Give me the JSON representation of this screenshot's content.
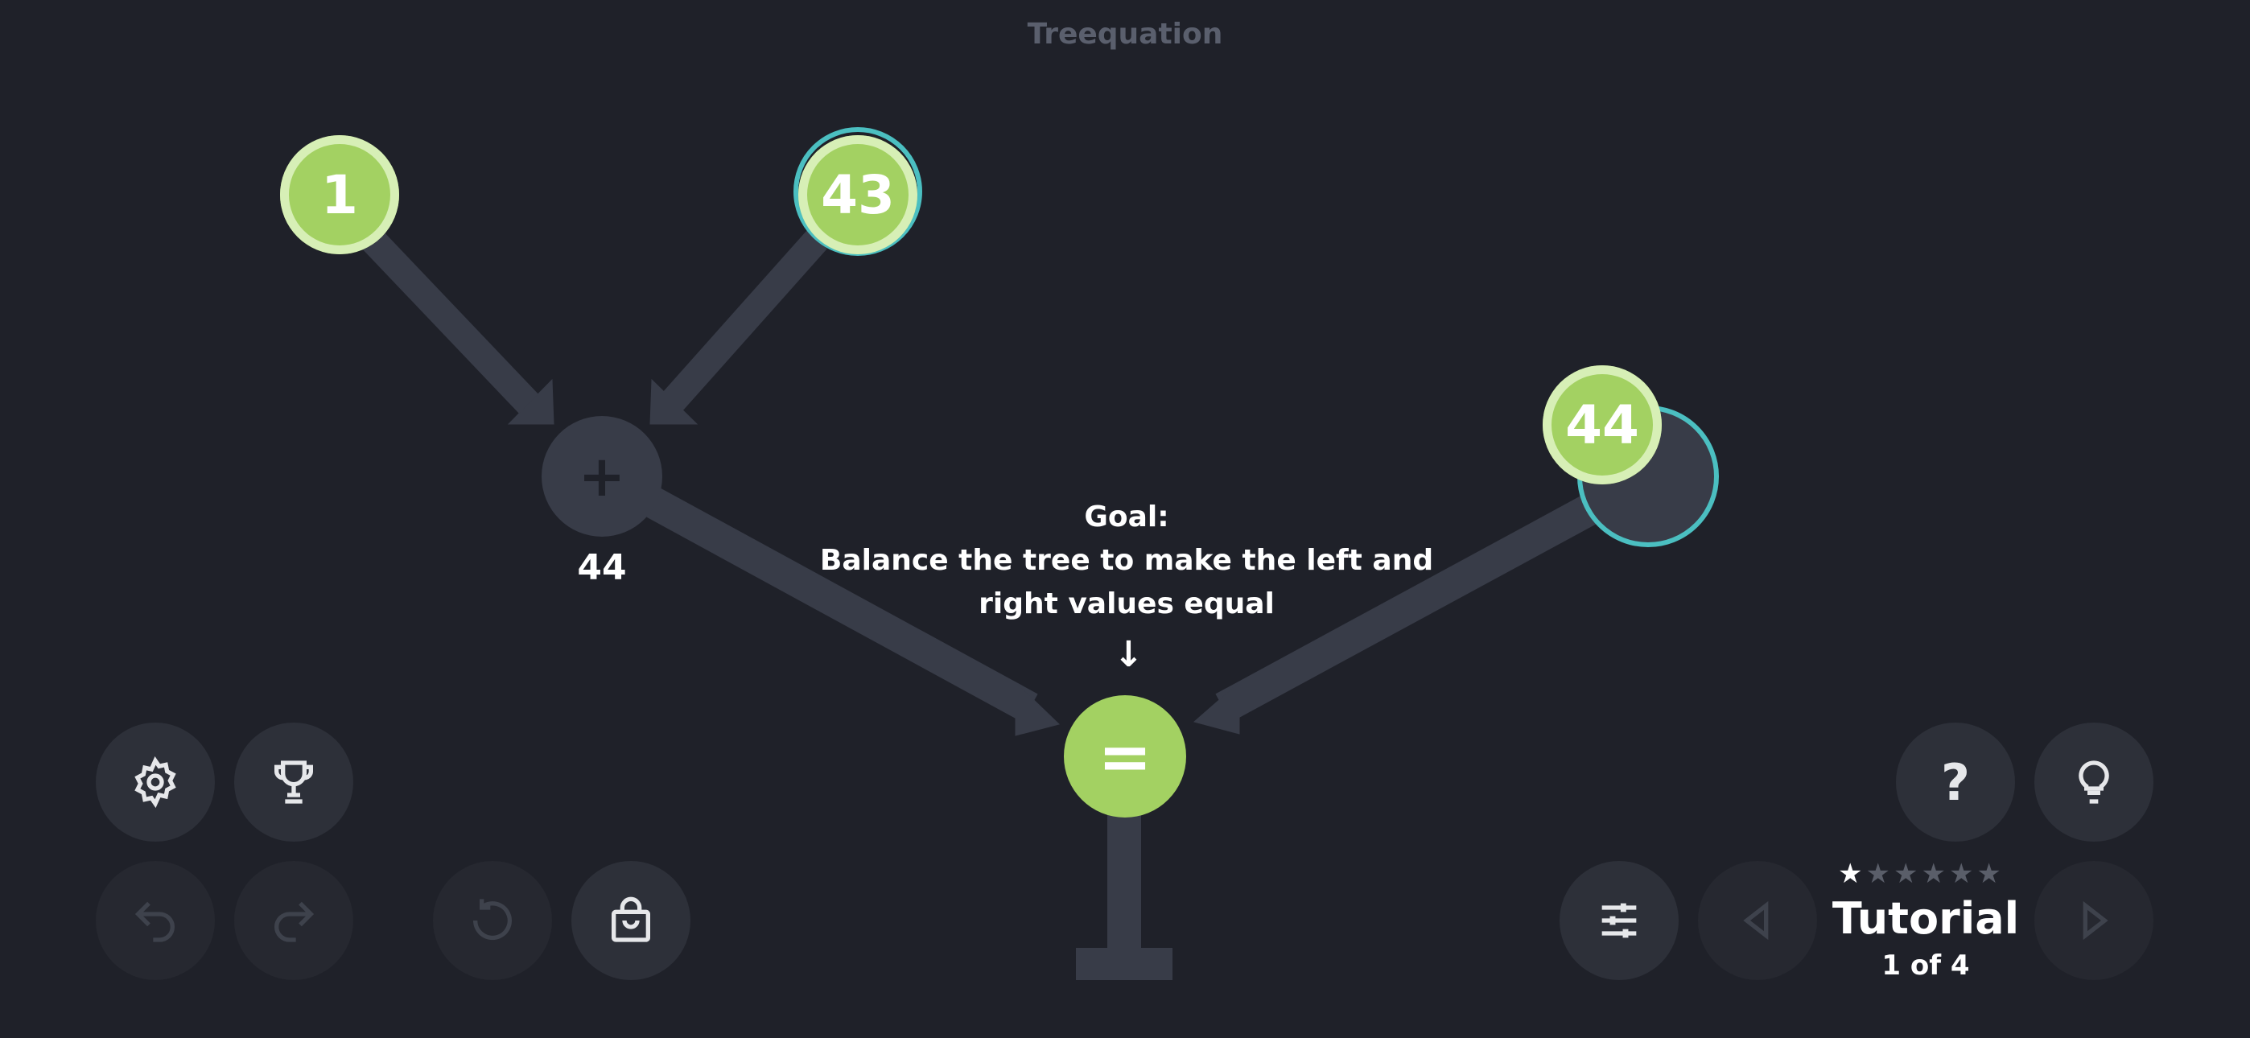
{
  "app": {
    "title": "Treequation"
  },
  "tree": {
    "leaf_left": "1",
    "leaf_right": "43",
    "operator": "+",
    "operator_value": "44",
    "right_value": "44",
    "root_operator": "="
  },
  "goal": {
    "heading": "Goal:",
    "line1": "Balance the tree to make the left and",
    "line2": "right values equal",
    "arrow": "↓"
  },
  "level": {
    "name": "Tutorial",
    "progress": "1 of 4",
    "stars_earned": 1,
    "stars_total": 6
  },
  "buttons": {
    "settings": "settings-icon",
    "trophy": "trophy-icon",
    "undo": "undo-icon",
    "redo": "redo-icon",
    "reset": "reset-icon",
    "shop": "shopping-bag-icon",
    "help_label": "?",
    "hint": "lightbulb-icon",
    "adjust": "sliders-icon",
    "prev": "prev-level-icon",
    "next": "next-level-icon"
  },
  "colors": {
    "background": "#1f2129",
    "node_green": "#a3d162",
    "node_ring": "#d7efb6",
    "selection": "#4bbfc1",
    "branch": "#383c48"
  }
}
